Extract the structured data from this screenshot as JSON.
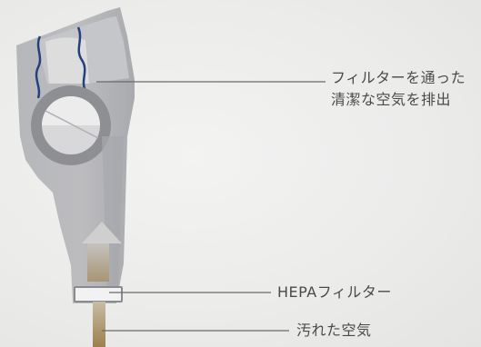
{
  "labels": {
    "exhaust_line1": "フィルターを通った",
    "exhaust_line2": "清潔な空気を排出",
    "hepa_filter": "HEPAフィルター",
    "dirty_air": "汚れた空気"
  },
  "colors": {
    "body": "#b9b9bb",
    "body_shadow": "#a3a4a8",
    "inner_ring": "#8e8f93",
    "clean_air": "#dcdcdc",
    "intake_tube": "#a48a5a",
    "filter_wave": "#24407e",
    "leader_line": "#6a6a6a"
  }
}
